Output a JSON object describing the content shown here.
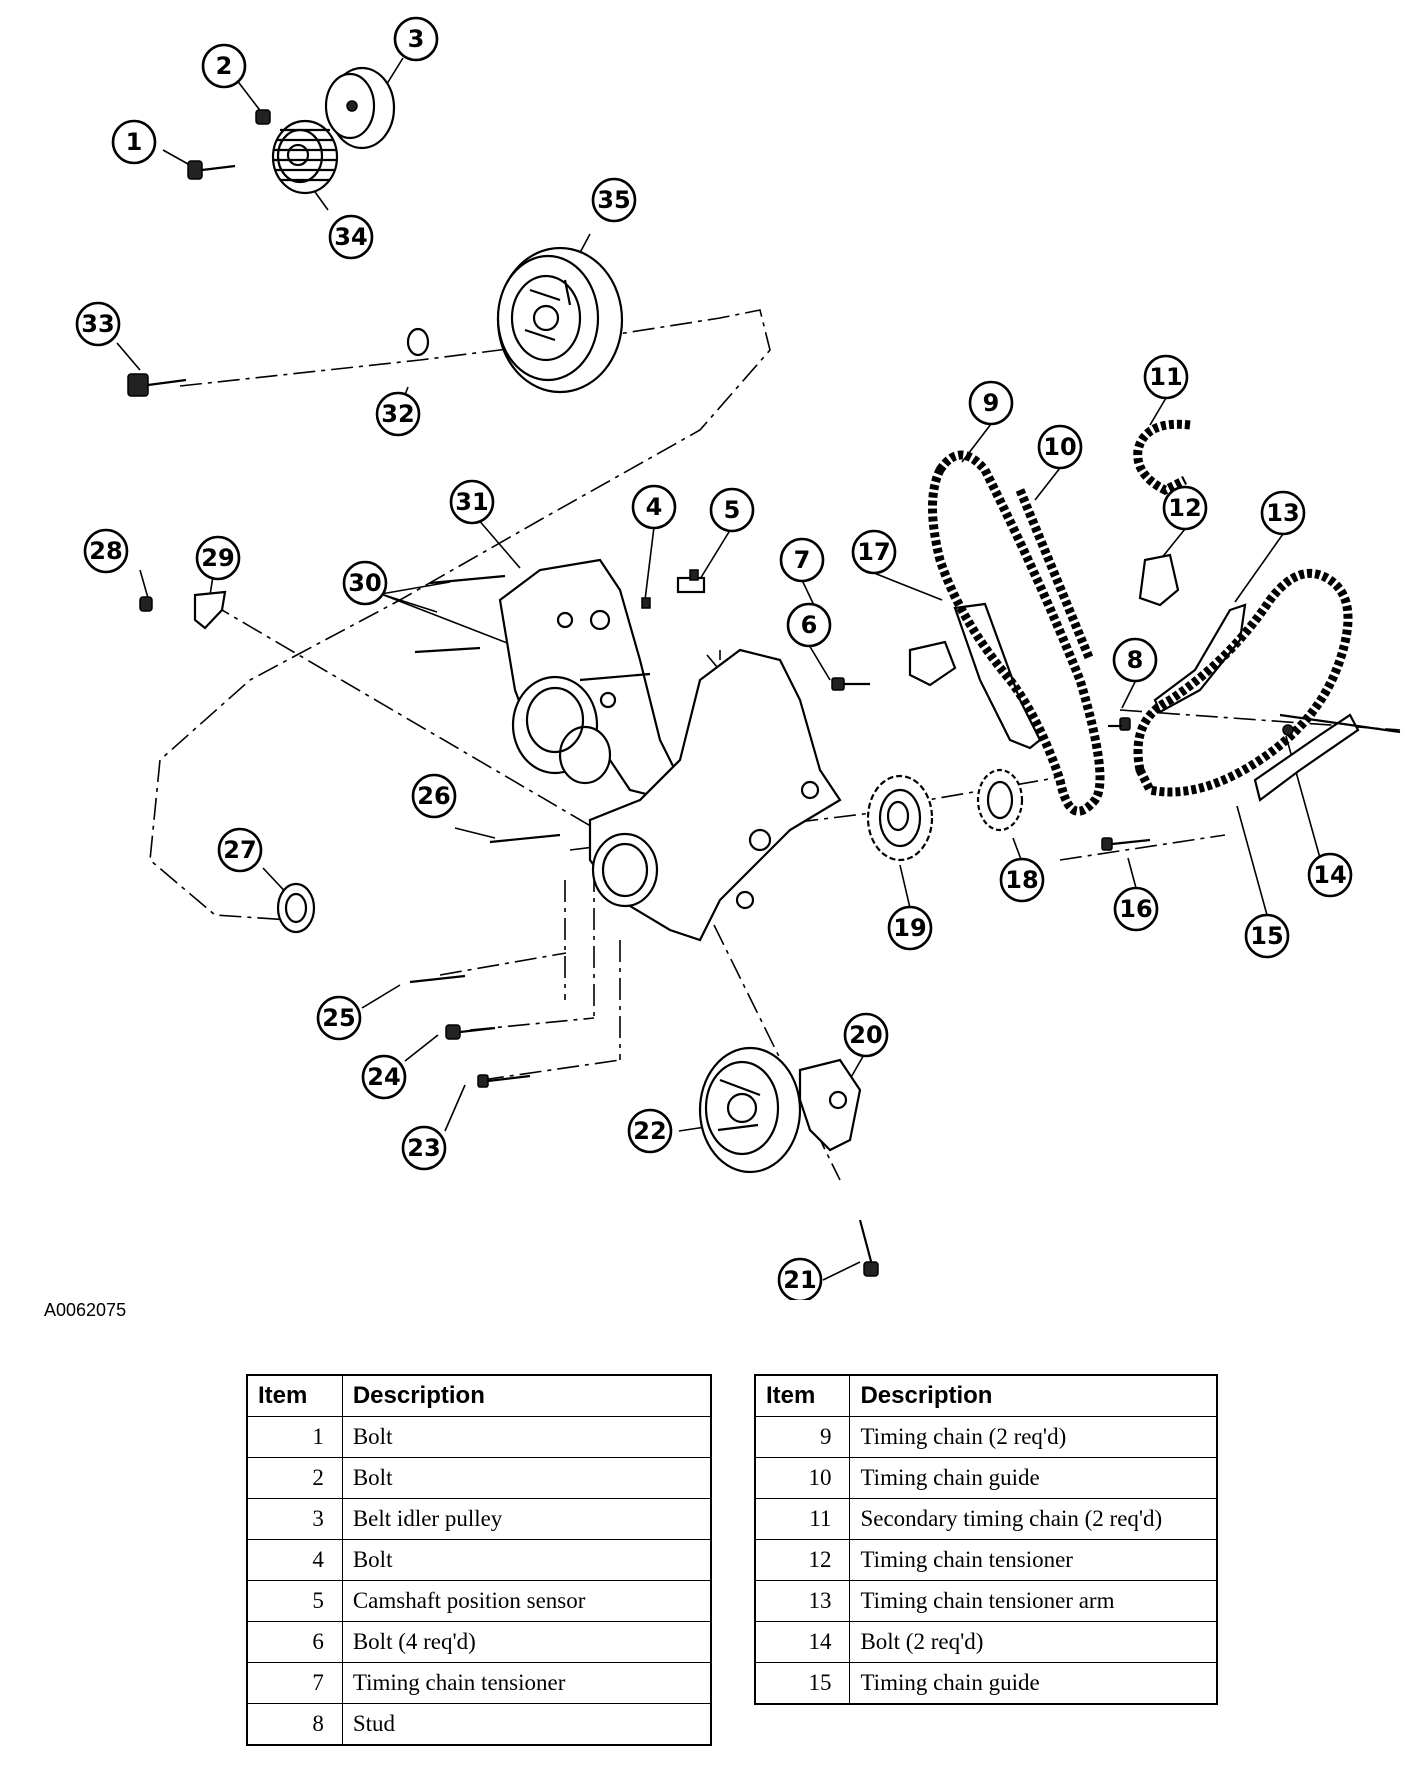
{
  "diagram_id": "A0062075",
  "callouts": [
    "1",
    "2",
    "3",
    "4",
    "5",
    "6",
    "7",
    "8",
    "9",
    "10",
    "11",
    "12",
    "13",
    "14",
    "15",
    "16",
    "17",
    "18",
    "19",
    "20",
    "21",
    "22",
    "23",
    "24",
    "25",
    "26",
    "27",
    "28",
    "29",
    "30",
    "31",
    "32",
    "33",
    "34",
    "35"
  ],
  "legend": {
    "header_item": "Item",
    "header_description": "Description",
    "left_rows": [
      {
        "item": "1",
        "description": "Bolt"
      },
      {
        "item": "2",
        "description": "Bolt"
      },
      {
        "item": "3",
        "description": "Belt idler pulley"
      },
      {
        "item": "4",
        "description": "Bolt"
      },
      {
        "item": "5",
        "description": "Camshaft position sensor"
      },
      {
        "item": "6",
        "description": "Bolt (4 req'd)"
      },
      {
        "item": "7",
        "description": "Timing chain tensioner"
      },
      {
        "item": "8",
        "description": "Stud"
      }
    ],
    "right_rows": [
      {
        "item": "9",
        "description": "Timing chain (2 req'd)"
      },
      {
        "item": "10",
        "description": "Timing chain guide"
      },
      {
        "item": "11",
        "description": "Secondary timing chain (2 req'd)"
      },
      {
        "item": "12",
        "description": "Timing chain tensioner"
      },
      {
        "item": "13",
        "description": "Timing chain tensioner arm"
      },
      {
        "item": "14",
        "description": "Bolt (2 req'd)"
      },
      {
        "item": "15",
        "description": "Timing chain guide"
      }
    ]
  }
}
